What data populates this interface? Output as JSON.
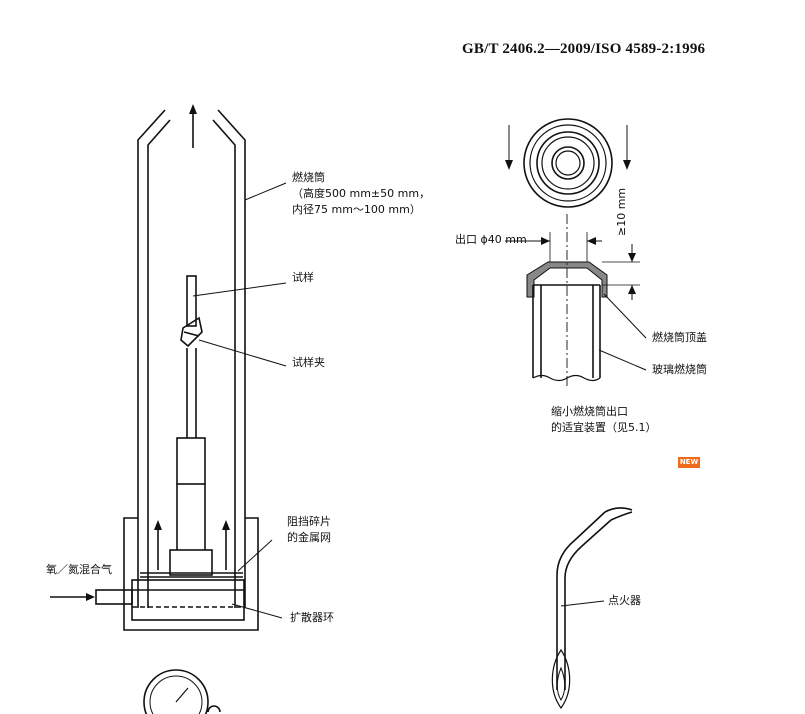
{
  "header": {
    "standard_number": "GB/T 2406.2—2009/ISO 4589-2:1996"
  },
  "labels": {
    "chimney_title": "燃烧筒",
    "chimney_height": "（高度500 mm±50 mm，",
    "chimney_diameter": "内径75 mm～100 mm）",
    "specimen": "试样",
    "specimen_holder": "试样夹",
    "mesh_line1": "阻挡碎片",
    "mesh_line2": "的金属网",
    "gas_mixture": "氧／氮混合气",
    "diffuser_ring": "扩散器环",
    "outlet": "出口 ϕ40 mm",
    "dim_10mm": "≥10 mm",
    "chimney_cap": "燃烧筒顶盖",
    "glass_chimney": "玻璃燃烧筒",
    "restrictor_line1": "缩小燃烧筒出口",
    "restrictor_line2": "的适宜装置（见5.1）",
    "igniter": "点火器",
    "badge": "NEW"
  },
  "colors": {
    "badge": "#f06a1c",
    "ink": "#111111"
  }
}
